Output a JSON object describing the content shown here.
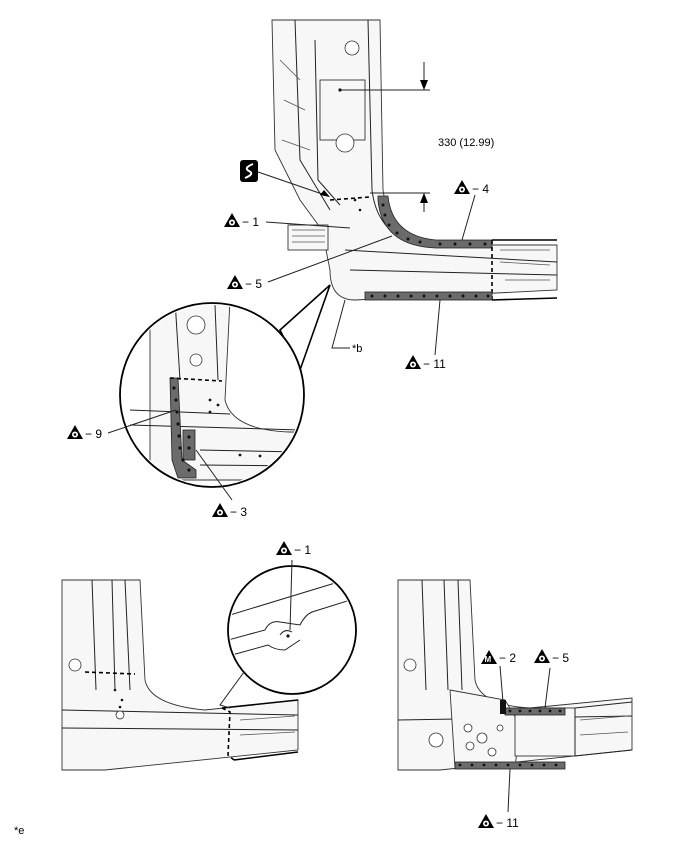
{
  "dimension": {
    "text": "330 (12.99)"
  },
  "labels": {
    "callout_1": "− 1",
    "callout_4": "− 4",
    "callout_5": "− 5",
    "callout_11": "− 11",
    "callout_9": "− 9",
    "callout_3": "− 3",
    "detail_b": "*b",
    "view_e": "*e",
    "lower_left_1": "− 1",
    "lower_right_2": "− 2",
    "lower_right_5": "− 5",
    "lower_right_11": "− 11"
  },
  "symbols": {
    "cut_symbol": "cut-line-icon",
    "weld_symbol": "spot-weld-icon",
    "mig_weld_symbol": "mig-weld-icon",
    "mig_letter": "M"
  }
}
